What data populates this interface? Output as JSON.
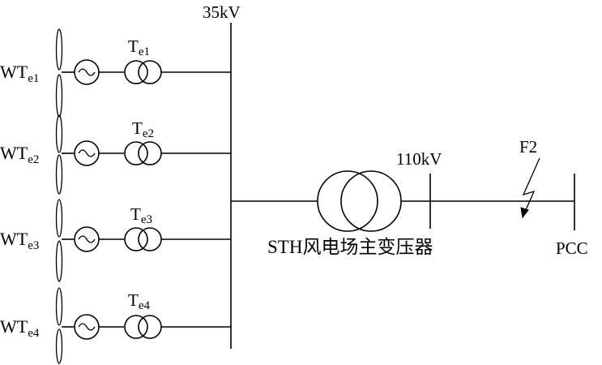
{
  "bus_35kv_label": "35kV",
  "bus_110kv_label": "110kV",
  "main_transformer_label": "STH风电场主变压器",
  "fault_label": "F2",
  "pcc_label": "PCC",
  "branches": [
    {
      "turbine_prefix": "WT",
      "turbine_sub": "e1",
      "transformer_prefix": "T",
      "transformer_sub": "e1"
    },
    {
      "turbine_prefix": "WT",
      "turbine_sub": "e2",
      "transformer_prefix": "T",
      "transformer_sub": "e2"
    },
    {
      "turbine_prefix": "WT",
      "turbine_sub": "e3",
      "transformer_prefix": "T",
      "transformer_sub": "e3"
    },
    {
      "turbine_prefix": "WT",
      "turbine_sub": "e4",
      "transformer_prefix": "T",
      "transformer_sub": "e4"
    }
  ]
}
